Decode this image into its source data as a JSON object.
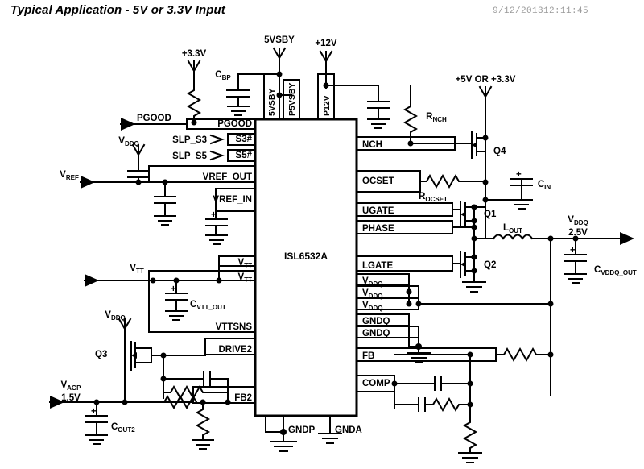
{
  "header": {
    "title": "Typical Application - 5V or 3.3V Input",
    "timestamp": "9/12/201312:11:45"
  },
  "ic": {
    "part_number": "ISL6532A",
    "pins_left": [
      "PGOOD",
      "S3#",
      "S5#",
      "VREF_OUT",
      "VREF_IN",
      "VTT",
      "VTT",
      "VTTSNS",
      "DRIVE2",
      "FB2"
    ],
    "pins_right": [
      "NCH",
      "OCSET",
      "UGATE",
      "PHASE",
      "LGATE",
      "VDDQ",
      "VDDQ",
      "VDDQ",
      "GNDQ",
      "GNDQ",
      "FB",
      "COMP"
    ],
    "pins_top": [
      "5VSBY",
      "P5VSBY",
      "P12V"
    ],
    "pins_bottom": [
      "GNDP",
      "GNDA"
    ]
  },
  "pins": {
    "pgood": "PGOOD",
    "s3": "S3#",
    "s5": "S5#",
    "vref_out": "VREF_OUT",
    "vref_in": "VREF_IN",
    "vtt_a": "VTT",
    "vtt_b": "VTT",
    "vttsns": "VTTSNS",
    "drive2": "DRIVE2",
    "fb2": "FB2",
    "nch": "NCH",
    "ocset": "OCSET",
    "ugate": "UGATE",
    "phase": "PHASE",
    "lgate": "LGATE",
    "vddq1": "VDDQ",
    "vddq2": "VDDQ",
    "vddq3": "VDDQ",
    "gndq1": "GNDQ",
    "gndq2": "GNDQ",
    "fb": "FB",
    "comp": "COMP",
    "top_5vsby": "5VSBY",
    "top_p5vsby": "P5VSBY",
    "top_p12v": "P12V",
    "gndp": "GNDP",
    "gnda": "GNDA"
  },
  "signals": {
    "slp_s3": "SLP_S3",
    "slp_s5": "SLP_S5"
  },
  "supplies": {
    "plus_3v3": "+3.3V",
    "rail_5vsby": "5VSBY",
    "plus_12v": "+12V",
    "input_5v_or_3v3": "+5V OR +3.3V",
    "vddq_left": "VDDQ",
    "vddq_bottom": "VDDQ"
  },
  "nets": {
    "vref": "VREF",
    "vtt": "VTT",
    "vddq_out_name": "VDDQ",
    "vddq_out_value": "2.5V",
    "vagp_name": "VAGP",
    "vagp_value": "1.5V"
  },
  "components": {
    "c_bp": "CBP",
    "r_nch": "RNCH",
    "r_ocset": "ROCSET",
    "c_in": "CIN",
    "q1": "Q1",
    "q2": "Q2",
    "q3": "Q3",
    "q4": "Q4",
    "l_out": "LOUT",
    "c_vddq_out": "CVDDQ_OUT",
    "c_vtt_out": "CVTT_OUT",
    "c_out2": "COUT2"
  },
  "subscripts": {
    "bp": "BP",
    "nch": "NCH",
    "ocset": "OCSET",
    "in": "IN",
    "out": "OUT",
    "vddq_out": "VDDQ_OUT",
    "vtt_out": "VTT_OUT",
    "out2": "OUT2",
    "ddq": "DDQ",
    "ref": "REF",
    "tt": "TT",
    "agp": "AGP"
  },
  "colors": {
    "line": "#000000",
    "background": "#ffffff",
    "timestamp": "#9a9a9a"
  }
}
